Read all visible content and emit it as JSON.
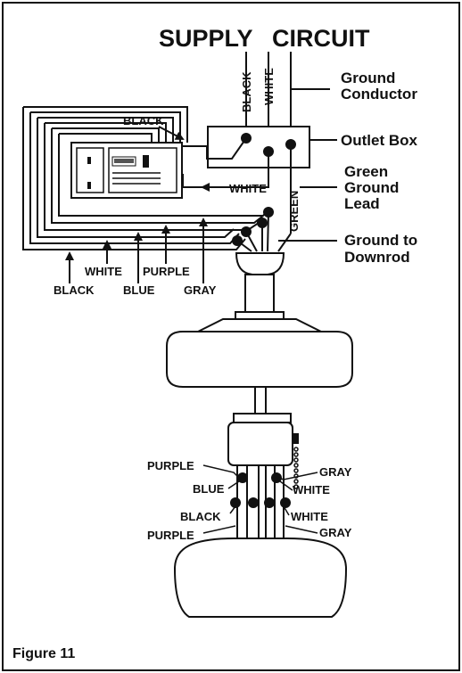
{
  "title": "SUPPLY CIRCUIT",
  "title_left": "SUPPLY",
  "title_right": "CIRCUIT",
  "figure_caption": "Figure 11",
  "labels": {
    "ground_conductor_1": "Ground",
    "ground_conductor_2": "Conductor",
    "outlet_box": "Outlet Box",
    "green_ground_lead_1": "Green",
    "green_ground_lead_2": "Ground",
    "green_ground_lead_3": "Lead",
    "ground_to_downrod_1": "Ground to",
    "ground_to_downrod_2": "Downrod",
    "supply_black": "BLACK",
    "supply_white": "WHITE",
    "green": "GREEN",
    "receiver_black": "BLACK",
    "receiver_white": "WHITE",
    "bottom_white": "WHITE",
    "bottom_purple": "PURPLE",
    "bottom_black": "BLACK",
    "bottom_blue": "BLUE",
    "bottom_gray": "GRAY"
  },
  "switch_labels": {
    "purple_top": "PURPLE",
    "blue": "BLUE",
    "black": "BLACK",
    "purple_bottom": "PURPLE",
    "gray_top": "GRAY",
    "white_top": "WHITE",
    "white_bottom": "WHITE",
    "gray_bottom": "GRAY"
  },
  "colors": {
    "line": "#111111",
    "background": "#ffffff"
  }
}
